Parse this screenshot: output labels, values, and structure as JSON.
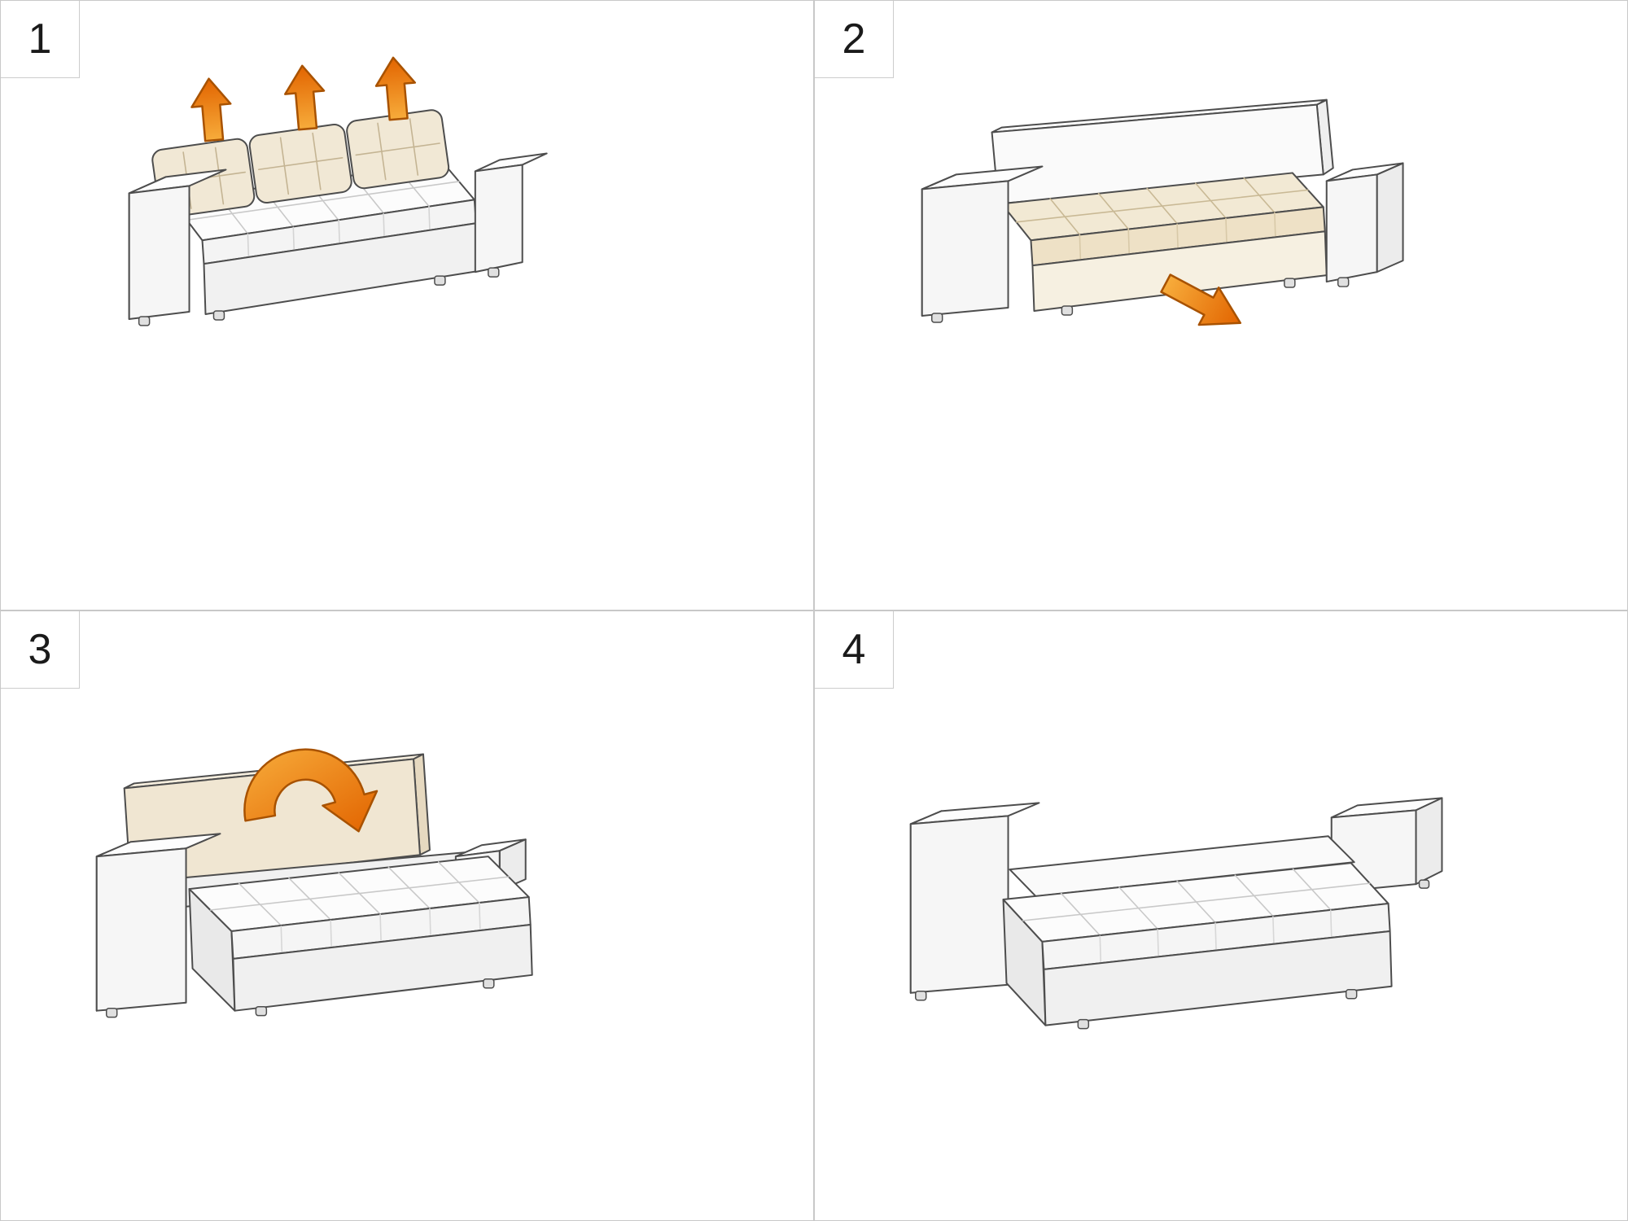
{
  "sheet": {
    "steps": [
      {
        "number": "1",
        "illustration": "sofa-with-back-cushions-lifted-off",
        "arrow_icon": "three-up-arrows"
      },
      {
        "number": "2",
        "illustration": "sofa-without-back-cushions-seat-pulled-forward",
        "arrow_icon": "down-right-pull-arrow"
      },
      {
        "number": "3",
        "illustration": "backrest-folding-over-onto-pulled-out-seat",
        "arrow_icon": "curved-flip-over-arrow"
      },
      {
        "number": "4",
        "illustration": "sofa-bed-fully-unfolded-flat",
        "arrow_icon": "none"
      }
    ],
    "colors": {
      "accent_orange": "#E8740E",
      "accent_orange_light": "#F7AC3B",
      "accent_orange_dark": "#A85200",
      "outline": "#4D4D4D",
      "cushion_beige": "#F1E8D5",
      "panel_border": "#C8C8C8",
      "background": "#FFFFFF",
      "step_number_color": "#1A1A1A"
    }
  }
}
